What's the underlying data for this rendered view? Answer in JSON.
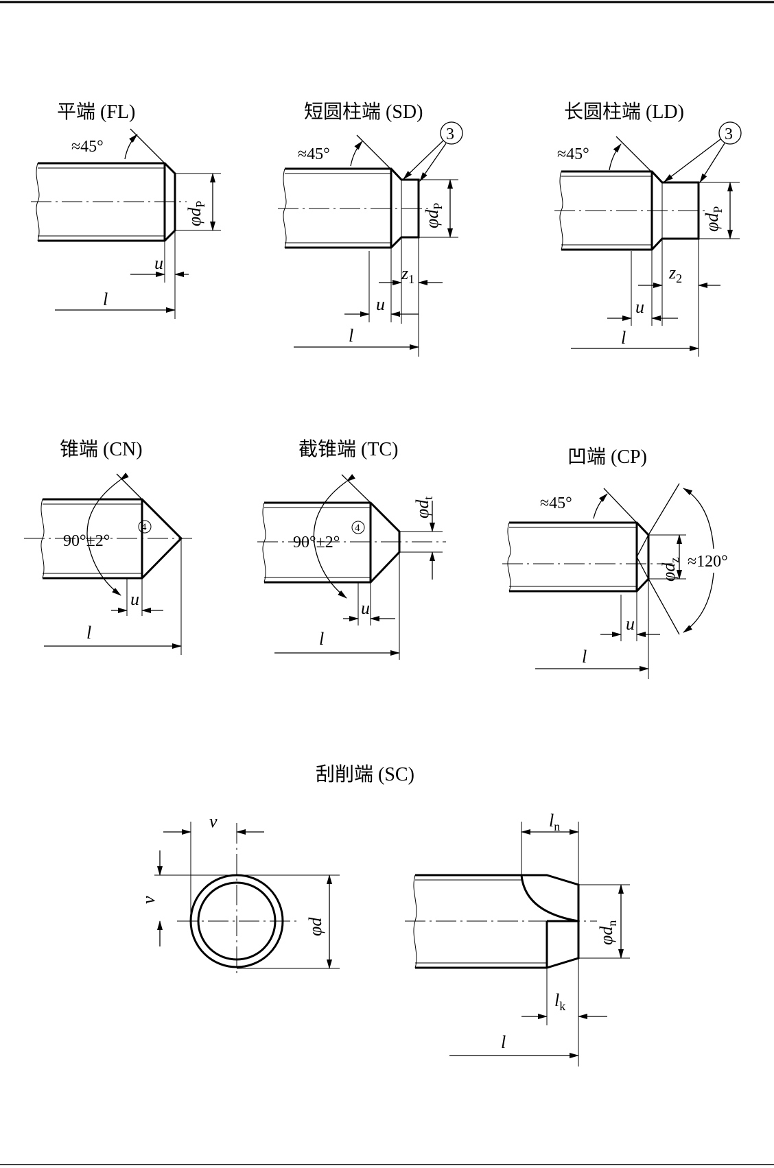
{
  "figure": {
    "fl": {
      "title": "平端 (FL)",
      "angle": "≈45°",
      "dp_phi": "φ",
      "dp_d": "d",
      "dp_sub": "P",
      "u": "u",
      "l": "l"
    },
    "sd": {
      "title": "短圆柱端 (SD)",
      "angle": "≈45°",
      "note": "3",
      "dp_phi": "φ",
      "dp_d": "d",
      "dp_sub": "P",
      "z1": "z",
      "z1_sub": "1",
      "u": "u",
      "l": "l"
    },
    "ld": {
      "title": "长圆柱端 (LD)",
      "angle": "≈45°",
      "note": "3",
      "dp_phi": "φ",
      "dp_d": "d",
      "dp_sub": "P",
      "z2": "z",
      "z2_sub": "2",
      "u": "u",
      "l": "l"
    },
    "cn": {
      "title": "锥端 (CN)",
      "angle": "90°±2°",
      "note": "4",
      "u": "u",
      "l": "l"
    },
    "tc": {
      "title": "截锥端 (TC)",
      "angle": "90°±2°",
      "note": "4",
      "dt_phi": "φ",
      "dt_d": "d",
      "dt_sub": "t",
      "u": "u",
      "l": "l"
    },
    "cp": {
      "title": "凹端 (CP)",
      "angle": "≈45°",
      "cone_angle": "≈120°",
      "dz_phi": "φ",
      "dz_d": "d",
      "dz_sub": "z",
      "u": "u",
      "l": "l"
    },
    "sc": {
      "title": "刮削端 (SC)",
      "v_top": "v",
      "v_left": "v",
      "d_phi": "φ",
      "d_d": "d",
      "ln": "l",
      "ln_sub": "n",
      "dn_phi": "φ",
      "dn_d": "d",
      "dn_sub": "n",
      "lk": "l",
      "lk_sub": "k",
      "l": "l"
    }
  }
}
